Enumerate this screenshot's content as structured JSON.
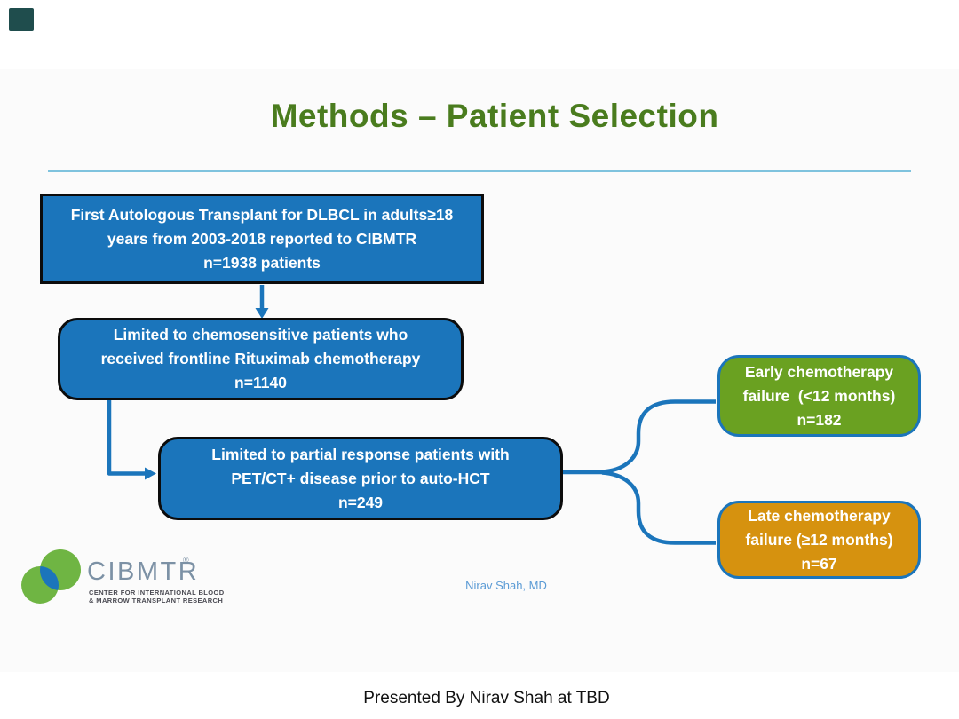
{
  "slide": {
    "title": "Methods – Patient Selection",
    "flowchart": {
      "box_transplant": "First Autologous Transplant for DLBCL in adults≥18\nyears from 2003-2018 reported to CIBMTR\nn=1938 patients",
      "box_chemosensitive": "Limited to chemosensitive patients who\nreceived frontline Rituximab chemotherapy\nn=1140",
      "box_partial_response": "Limited to partial response patients with\nPET/CT+ disease prior to auto-HCT\nn=249",
      "box_early_failure": "Early chemotherapy\nfailure  (<12 months)\nn=182",
      "box_late_failure": "Late chemotherapy\nfailure (≥12 months)\nn=67"
    },
    "logo": {
      "wordmark": "CIBMTR",
      "registered_mark": "®",
      "tagline_line1": "CENTER FOR INTERNATIONAL BLOOD",
      "tagline_line2": "& MARROW TRANSPLANT RESEARCH"
    },
    "attribution": "Nirav Shah, MD"
  },
  "footer": {
    "presented_by": "Presented By Nirav Shah at TBD"
  },
  "colors": {
    "process_box_fill": "#1b75bb",
    "process_box_border": "#0c0c0c",
    "early_box_fill": "#6aa121",
    "late_box_fill": "#d6920f",
    "outcome_box_border": "#1b75bb",
    "connector_blue": "#1b75bb",
    "title_green": "#4a7c1e",
    "divider_blue": "#7fc3de",
    "logo_green": "#6fb543",
    "logo_blue": "#1b75bb",
    "logo_wordmark_gray": "#7c91a5",
    "attribution_blue": "#5b9bd5",
    "corner_square_teal": "#1f4d4d"
  }
}
